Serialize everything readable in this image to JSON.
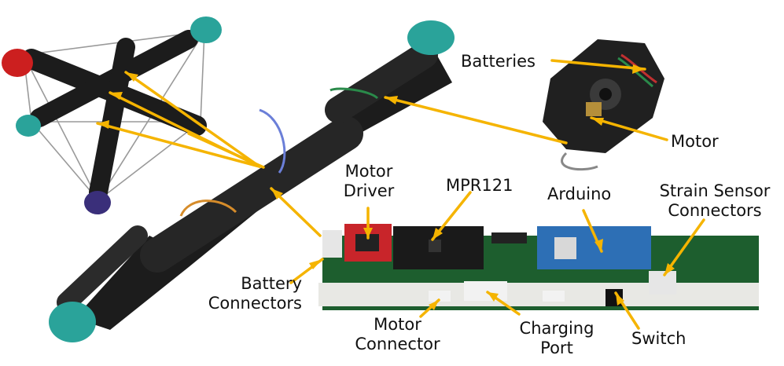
{
  "labels": {
    "batteries": "Batteries",
    "motor": "Motor",
    "motor_driver": [
      "Motor",
      "Driver"
    ],
    "mpr121": "MPR121",
    "arduino": "Arduino",
    "strain_sensor_connectors": [
      "Strain Sensor",
      "Connectors"
    ],
    "battery_connectors": [
      "Battery",
      "Connectors"
    ],
    "motor_connector": [
      "Motor",
      "Connector"
    ],
    "charging_port": [
      "Charging",
      "Port"
    ],
    "switch": "Switch"
  },
  "colors": {
    "arrow": "#f5b400",
    "housing": "#1c1c1c",
    "end_cap": "#2aa39a",
    "red_cap": "#cc1f1f",
    "blue_cap": "#3a2f7a",
    "pcb": "#1d5e2e",
    "motor_driver_board": "#c8252a",
    "mpr121_board": "#1a1a1a",
    "arduino_board": "#2d6fb5"
  }
}
